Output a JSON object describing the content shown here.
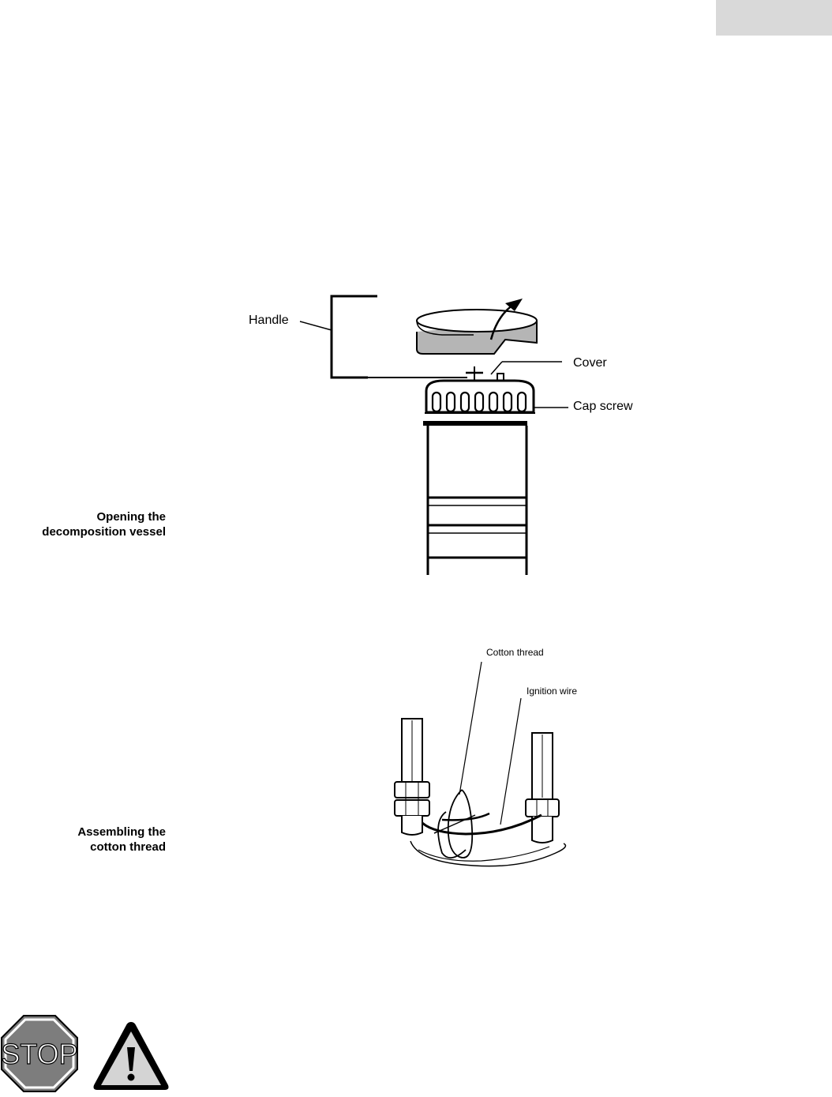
{
  "figures": {
    "vessel": {
      "caption": [
        "Opening the",
        "decomposition vessel"
      ],
      "labels": {
        "handle": "Handle",
        "cover": "Cover",
        "cap_screw": "Cap screw"
      }
    },
    "thread": {
      "caption": [
        "Assembling the",
        "cotton thread"
      ],
      "labels": {
        "cotton_thread": "Cotton thread",
        "ignition_wire": "Ignition wire"
      }
    }
  },
  "symbols": {
    "stop_sign_text": "STOP"
  },
  "colors": {
    "tab_gray": "#d9d9d9",
    "handle_fill": "#b5b5b5",
    "stop_fill": "#7d7d7d"
  }
}
